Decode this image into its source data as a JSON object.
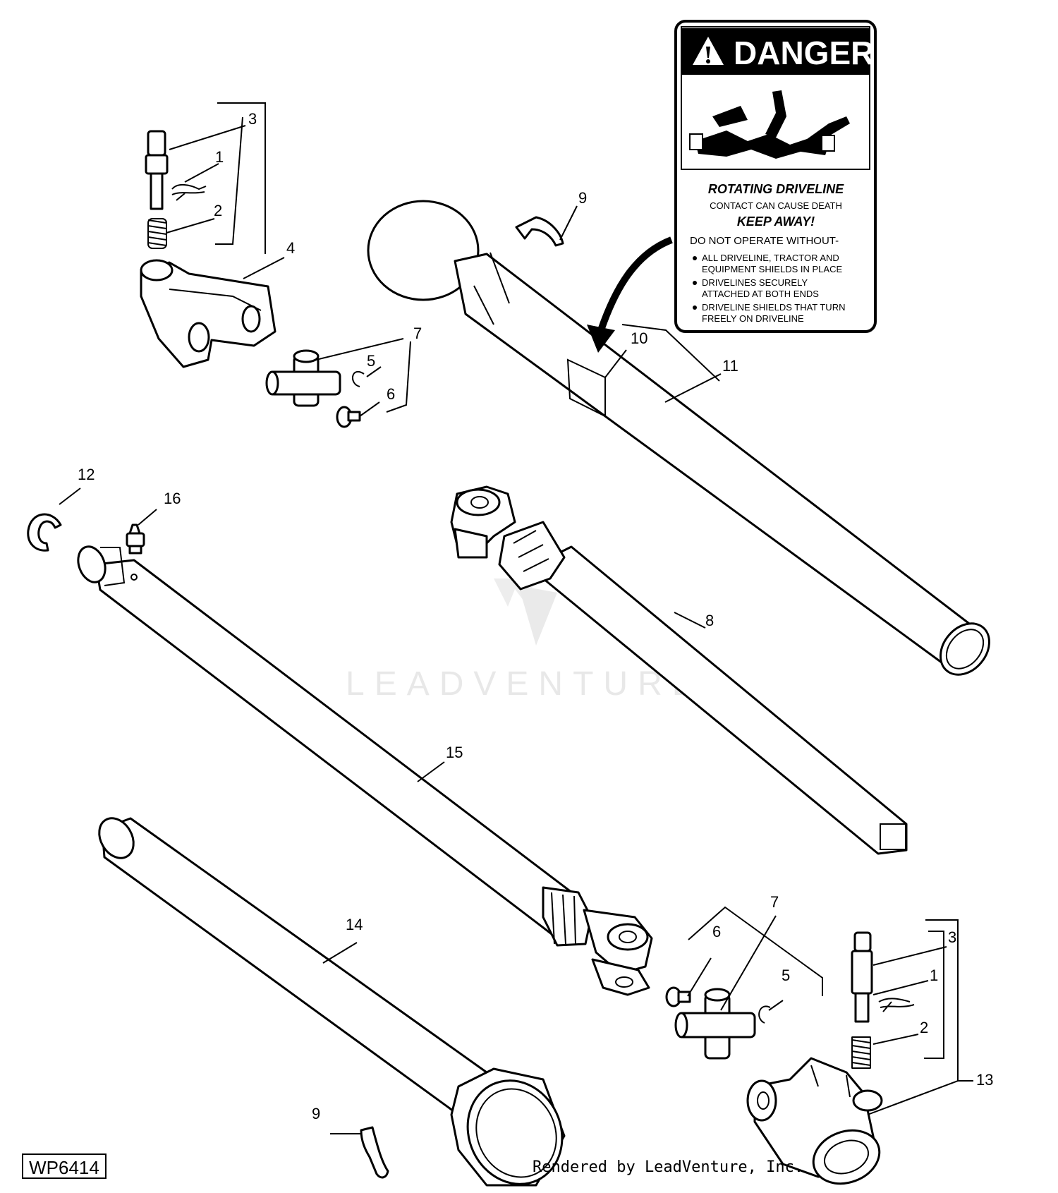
{
  "callouts": {
    "c1a": "1",
    "c2a": "2",
    "c3a": "3",
    "c4": "4",
    "c5a": "5",
    "c6a": "6",
    "c7a": "7",
    "c8": "8",
    "c9a": "9",
    "c10": "10",
    "c11": "11",
    "c12": "12",
    "c16": "16",
    "c15": "15",
    "c14": "14",
    "c9b": "9",
    "c6b": "6",
    "c7b": "7",
    "c5b": "5",
    "c3b": "3",
    "c1b": "1",
    "c2b": "2",
    "c13": "13"
  },
  "danger_label": {
    "header": "DANGER",
    "title": "ROTATING DRIVELINE",
    "line1": "CONTACT CAN CAUSE DEATH",
    "keep_away": "KEEP AWAY!",
    "do_not": "DO NOT OPERATE WITHOUT-",
    "b1a": "ALL DRIVELINE, TRACTOR AND",
    "b1b": "EQUIPMENT SHIELDS IN PLACE",
    "b2a": "DRIVELINES SECURELY",
    "b2b": "ATTACHED AT BOTH ENDS",
    "b3a": "DRIVELINE SHIELDS THAT TURN",
    "b3b": "FREELY ON DRIVELINE"
  },
  "watermark": "LEADVENTURE",
  "figure_id": "WP6414",
  "credit": "Rendered by LeadVenture, Inc."
}
